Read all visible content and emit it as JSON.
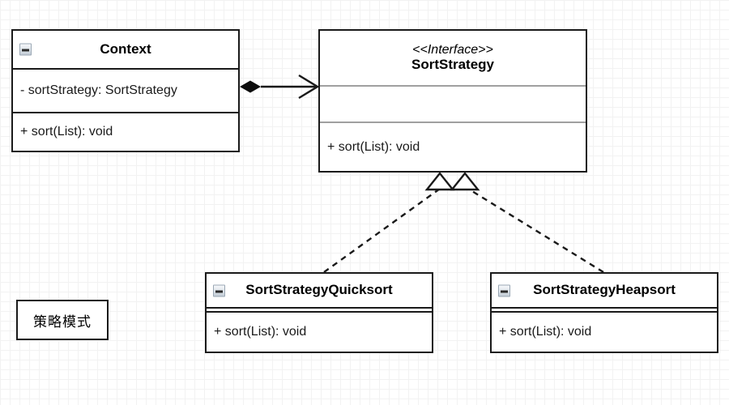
{
  "diagram": {
    "type": "uml-class-diagram",
    "pattern_note": "策略模式",
    "classes": [
      {
        "id": "context",
        "name": "Context",
        "stereotype": "",
        "collapse_icon": "minus-box-icon",
        "attributes": [
          "- sortStrategy: SortStrategy"
        ],
        "operations": [
          "+ sort(List): void"
        ]
      },
      {
        "id": "sortstrategy",
        "name": "SortStrategy",
        "stereotype": "<<Interface>>",
        "collapse_icon": "",
        "attributes": [],
        "operations": [
          "+ sort(List): void"
        ]
      },
      {
        "id": "quicksort",
        "name": "SortStrategyQuicksort",
        "stereotype": "",
        "collapse_icon": "minus-box-icon",
        "attributes": [],
        "operations": [
          "+ sort(List): void"
        ]
      },
      {
        "id": "heapsort",
        "name": "SortStrategyHeapsort",
        "stereotype": "",
        "collapse_icon": "minus-box-icon",
        "attributes": [],
        "operations": [
          "+ sort(List): void"
        ]
      }
    ],
    "relationships": [
      {
        "kind": "composition",
        "from": "context",
        "to": "sortstrategy",
        "source_decoration": "filled-diamond",
        "target_decoration": "open-arrow",
        "line_style": "solid"
      },
      {
        "kind": "realization",
        "from": "quicksort",
        "to": "sortstrategy",
        "source_decoration": "none",
        "target_decoration": "hollow-triangle",
        "line_style": "dashed"
      },
      {
        "kind": "realization",
        "from": "heapsort",
        "to": "sortstrategy",
        "source_decoration": "none",
        "target_decoration": "hollow-triangle",
        "line_style": "dashed"
      }
    ],
    "colors": {
      "line": "#1a1a1a",
      "separator": "#a0a0a0",
      "background": "#ffffff",
      "grid_minor": "#f2f2f2",
      "grid_major": "#e2e2e2"
    }
  }
}
